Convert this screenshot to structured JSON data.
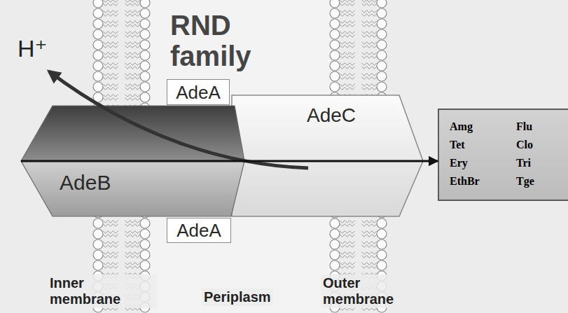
{
  "diagram": {
    "title": "RND family",
    "nodes": [
      {
        "text": [
          "AdeA"
        ]
      },
      {
        "text": [
          "AdeC"
        ]
      },
      {
        "text": [
          "AdeB"
        ]
      },
      {
        "text": [
          "AdeA"
        ]
      },
      {
        "text": [
          "Amg",
          "Flu",
          "Tet",
          "Clo",
          "Ery",
          "Tri",
          "EthBr",
          "Tge"
        ]
      }
    ],
    "edges": [
      {
        "from": 2,
        "to": 4,
        "arrow": "to"
      }
    ],
    "labels": [
      "H⁺",
      "Inner membrane",
      "Periplasm",
      "Outer membrane"
    ]
  }
}
